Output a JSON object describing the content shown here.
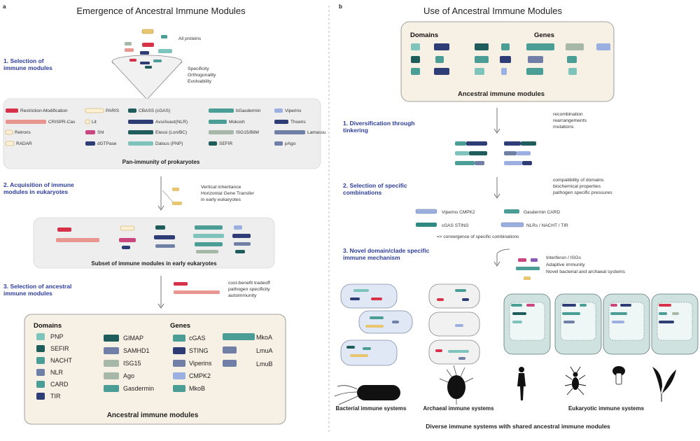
{
  "colors": {
    "teal": "#4a9e95",
    "teal_light": "#7fc4bc",
    "dark_teal": "#1f5c5c",
    "navy": "#2e3d75",
    "blue_gray": "#6f7fa6",
    "light_blue": "#9bb0e0",
    "gray_green": "#a7b8a8",
    "red": "#d6334a",
    "salmon": "#e99690",
    "pink": "#c9477e",
    "yellow": "#e8c66f",
    "title_blue": "#2d3d9e",
    "panel_beige": "#f7f0e4",
    "panel_gray": "#eeeeee",
    "cell_blue": "#dfe8f4",
    "cell_teal": "#cfe2df"
  },
  "panel_a": {
    "label": "a",
    "title": "Emergence of Ancestral Immune Modules",
    "all_proteins": "All proteins",
    "filter_criteria": [
      "Specificity",
      "Orthogonality",
      "Evolvability"
    ],
    "step1": [
      "1. Selection of",
      "immune modules"
    ],
    "pan_items": [
      "Restriction-Modification",
      "CRISPR-Cas",
      "Retrons",
      "RADAR",
      "PARIS",
      "Lit",
      "Shl",
      "dGTPase",
      "CBASS (cGAS)",
      "Avs/Avast(NLR)",
      "Elessi (Lon/BC)",
      "Dalsus (PNP)",
      "bGasdermin",
      "Mokosh",
      "ISG15/BilM",
      "SEFIR",
      "Viperins",
      "Thoeris",
      "Lamassu",
      "pAgo"
    ],
    "pan_caption": "Pan-immunity of prokaryotes",
    "step2": [
      "2. Acquisition of immune",
      "modules in eukaryotes"
    ],
    "step2_bullets": [
      "Vertical inheritance",
      "Horizontal Gene Transfer",
      "in early eukaryotes"
    ],
    "subset_caption": "Subset of immune modules in early eukaryotes",
    "step3": [
      "3. Selection of ancestral",
      "immune modules"
    ],
    "step3_bullets": [
      "cost-benefit tradeoff",
      "pathogen specificity",
      "autoimmunity"
    ],
    "legend": {
      "domains_header": "Domains",
      "genes_header": "Genes",
      "domains": [
        "PNP",
        "SEFIR",
        "NACHT",
        "NLR",
        "CARD",
        "TIR"
      ],
      "genes_col1": [
        "GIMAP",
        "SAMHD1",
        "ISG15",
        "Ago",
        "Gasdermin"
      ],
      "genes_col2": [
        "cGAS",
        "STING",
        "Viperins",
        "CMPK2",
        "MkoB"
      ],
      "genes_col3": [
        "MkoA",
        "LmuA",
        "LmuB"
      ],
      "caption": "Ancestral immune modules"
    }
  },
  "panel_b": {
    "label": "b",
    "title": "Use of Ancestral Immune Modules",
    "top_box": {
      "domains_header": "Domains",
      "genes_header": "Genes",
      "caption": "Ancestral immune modules"
    },
    "step1": [
      "1. Diversification through",
      "tinkering"
    ],
    "step1_bullets": [
      "recombination",
      "rearrangements",
      "mutations"
    ],
    "step2": [
      "2. Selection of specific",
      "combinations"
    ],
    "step2_bullets": [
      "compatibility of domains",
      "biochemical properties",
      "pathogen specific pressures"
    ],
    "combos": [
      "Viperins CMPK2",
      "Gasdermin CARD",
      "cGAS STING",
      "NLRs / NACHT / TIR"
    ],
    "convergence": "=> convergence of specific combinations",
    "step3": [
      "3. Novel domain/clade specific",
      "immune mechanism"
    ],
    "step3_bullets": [
      "Interferon / ISGs",
      "Adaptive immunity",
      "Novel bacterial and archaeal systems"
    ],
    "org_labels": [
      "Bacterial immune systems",
      "Archaeal immune systems",
      "Eukaryotic immune systems"
    ],
    "bottom_caption": "Diverse immune systems with shared ancestral immune modules"
  }
}
